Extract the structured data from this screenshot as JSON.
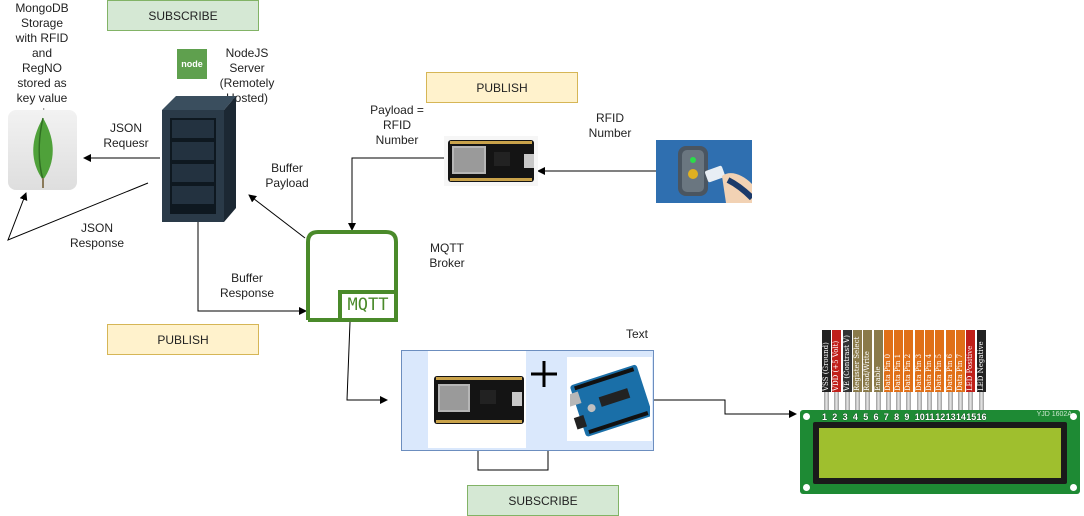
{
  "mongodb_label": "MongoDB\nStorage\nwith RFID\nand\nRegNO\nstored as\nkey value\npairs",
  "subscribe_top": "SUBSCRIBE",
  "nodejs_logo_text": "node",
  "nodejs_label": "NodeJS\nServer\n(Remotely\nHosted)",
  "publish_top": "PUBLISH",
  "payload_label": "Payload =\nRFID\nNumber",
  "rfid_label": "RFID\nNumber",
  "json_request": "JSON\nRequesr",
  "json_response": "JSON\nResponse",
  "buffer_payload": "Buffer\nPayload",
  "buffer_response": "Buffer\nResponse",
  "mqtt_text": "MQTT",
  "mqtt_broker": "MQTT\nBroker",
  "publish_bottom": "PUBLISH",
  "text_label": "Text",
  "subscribe_bottom": "SUBSCRIBE",
  "lcd_model": "YJD 1602A",
  "lcd_pins": [
    {
      "num": "1",
      "name": "VSS (Ground)",
      "color": "#222222"
    },
    {
      "num": "2",
      "name": "VDD (+5 Volt)",
      "color": "#c0201a"
    },
    {
      "num": "3",
      "name": "VE (Contrast V)",
      "color": "#333333"
    },
    {
      "num": "4",
      "name": "Register Select",
      "color": "#8a7a4a"
    },
    {
      "num": "5",
      "name": "Read/Write",
      "color": "#8a7a4a"
    },
    {
      "num": "6",
      "name": "Enable",
      "color": "#8a7a4a"
    },
    {
      "num": "7",
      "name": "Data Pin 0",
      "color": "#e07018"
    },
    {
      "num": "8",
      "name": "Data Pin 1",
      "color": "#e07018"
    },
    {
      "num": "9",
      "name": "Data Pin 2",
      "color": "#e07018"
    },
    {
      "num": "10",
      "name": "Data Pin 3",
      "color": "#e07018"
    },
    {
      "num": "11",
      "name": "Data Pin 4",
      "color": "#e07018"
    },
    {
      "num": "12",
      "name": "Data Pin 5",
      "color": "#e07018"
    },
    {
      "num": "13",
      "name": "Data Pin 6",
      "color": "#e07018"
    },
    {
      "num": "14",
      "name": "Data Pin 7",
      "color": "#e07018"
    },
    {
      "num": "15",
      "name": "LED Positive",
      "color": "#c0201a"
    },
    {
      "num": "16",
      "name": "LED Negative",
      "color": "#222222"
    }
  ],
  "colors": {
    "mqtt_green": "#4a8a2a",
    "mongo_leaf": "#4fa13a",
    "nodejs_green": "#5fa04e",
    "rfid_bg": "#2f6fb0",
    "lcd_pcb": "#1e8a34",
    "lcd_screen": "#9fbf2e",
    "board_blue": "#dae8fc"
  }
}
